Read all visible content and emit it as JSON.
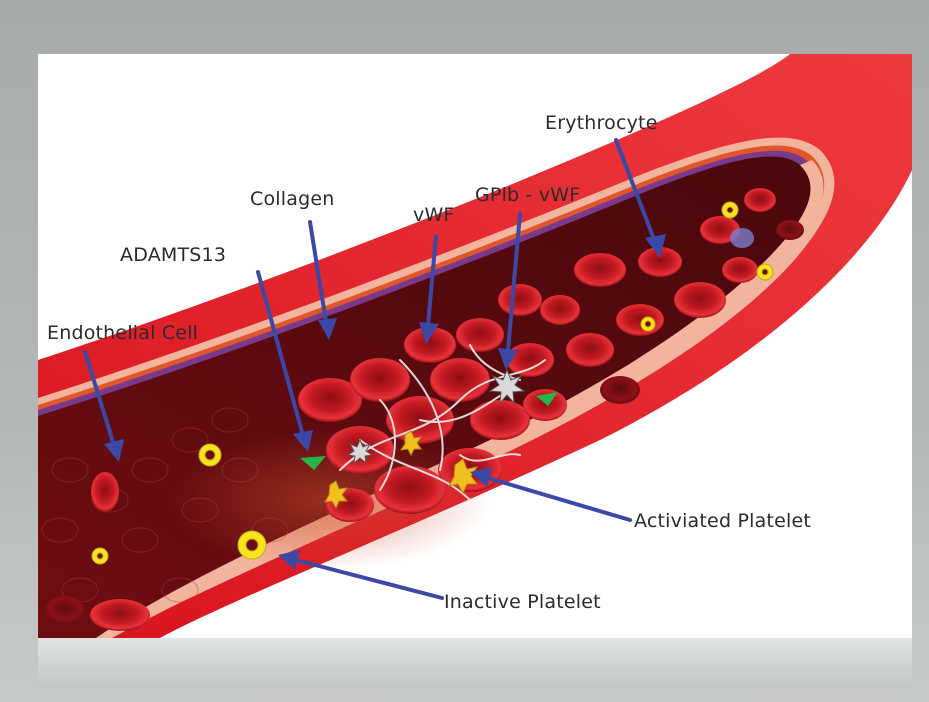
{
  "labels": {
    "erythrocyte": "Erythrocyte",
    "collagen": "Collagen",
    "vwf": "vWF",
    "gplb_vwf": "GPlb - vWF",
    "adamts13": "ADAMTS13",
    "endothelial_cell": "Endothelial Cell",
    "activated_platelet": "Activiated Platelet",
    "inactive_platelet": "Inactive Platelet"
  },
  "colors": {
    "vessel_outer": "#e0202a",
    "vessel_wall_band": "#f2b49c",
    "vessel_inner": "#5e0a10",
    "arrow": "#3b48a6",
    "platelet": "#f5e41e",
    "marker_green": "#26b34a"
  }
}
